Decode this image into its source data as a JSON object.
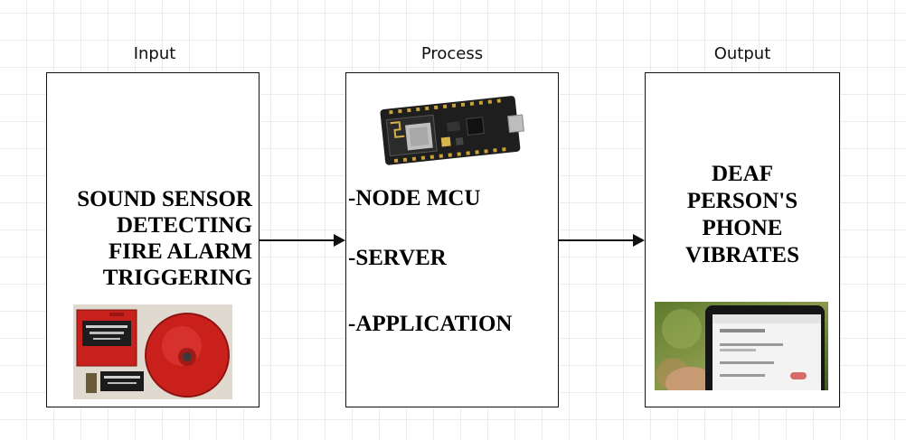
{
  "stages": {
    "input": {
      "title": "Input",
      "lines": [
        "SOUND SENSOR",
        "DETECTING",
        "FIRE ALARM",
        "TRIGGERING"
      ]
    },
    "process": {
      "title": "Process",
      "items": [
        "-NODE MCU",
        "-SERVER",
        "-APPLICATION"
      ]
    },
    "output": {
      "title": "Output",
      "lines": [
        "DEAF",
        "PERSON'S",
        "PHONE",
        "VIBRATES"
      ]
    }
  },
  "images": {
    "input": "fire-alarm-devices-photo",
    "process": "nodemcu-board-photo",
    "output": "phone-in-hand-photo"
  }
}
